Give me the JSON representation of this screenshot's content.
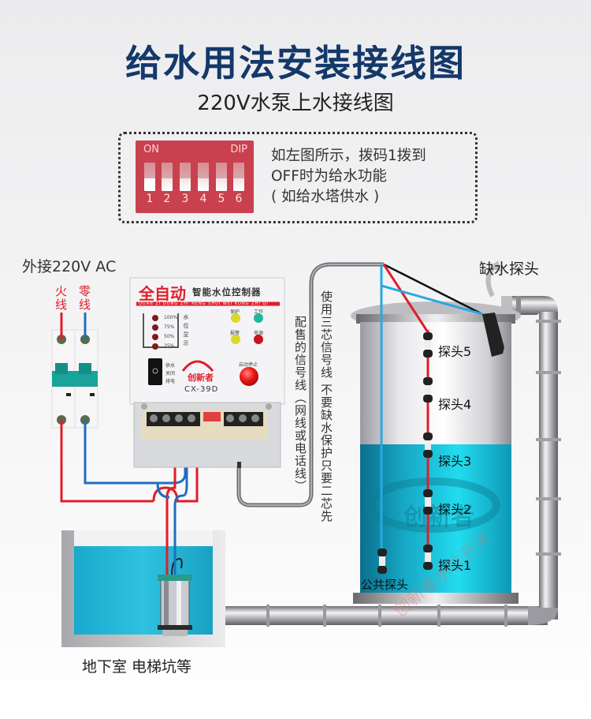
{
  "header": {
    "title": "给水用法安装接线图",
    "subtitle": "220V水泵上水接线图"
  },
  "dip_note": {
    "dip_on_label": "ON",
    "dip_brand_label": "DIP",
    "switch_numbers": [
      "1",
      "2",
      "3",
      "4",
      "5",
      "6"
    ],
    "switch1_position": "OFF",
    "text_lines": [
      "如左图所示，拨码1拨到",
      "OFF时为给水功能",
      "( 如给水塔供水 )"
    ]
  },
  "power": {
    "label": "外接220V AC",
    "live_label": "火线",
    "neutral_label": "零线",
    "live_color": "#e01e2a",
    "neutral_color": "#1e6fc0"
  },
  "controller": {
    "title": "全自动",
    "subtitle": "智能水位控制器",
    "pinyin": "QUAN ZI DONG ZHI NENG SHUI WEI KONG ZHI QI",
    "level_marks": [
      "100%",
      "75%",
      "50%",
      "25%"
    ],
    "level_caption": "水位显示",
    "indicators": [
      {
        "label": "保护",
        "color": "#d9d92a"
      },
      {
        "label": "工作",
        "color": "#1fb89a"
      },
      {
        "label": "报警",
        "color": "#d9d92a"
      },
      {
        "label": "电源",
        "color": "#c8141e"
      }
    ],
    "switch_labels": [
      "供水",
      "关闭",
      "排电"
    ],
    "brand": "创新者",
    "model": "CX-39D",
    "start_stop_label": "启动停止"
  },
  "signal_wire": {
    "left_text": "配售的信号线（网线或电话线）",
    "right_text": "使用三芯信号线 不要缺水保护只要二芯先"
  },
  "tank": {
    "lack_water_probe_label": "缺水探头",
    "probes": [
      "探头5",
      "探头4",
      "探头3",
      "探头2",
      "探头1"
    ],
    "common_probe_label": "公共探头",
    "water_color": "#1fb8d2"
  },
  "basement": {
    "label": "地下室 电梯坑等"
  }
}
